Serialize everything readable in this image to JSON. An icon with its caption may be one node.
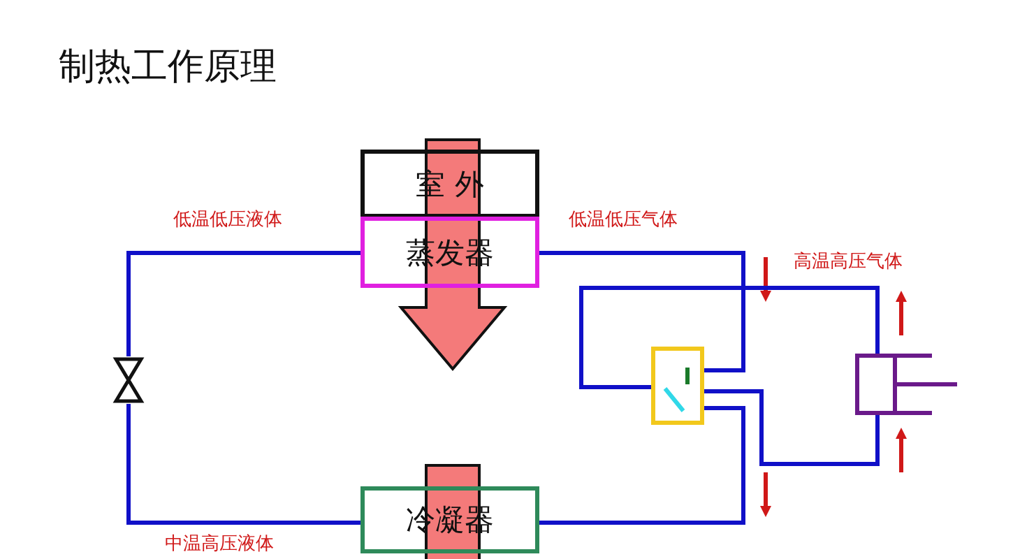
{
  "diagram": {
    "title": "制热工作原理",
    "nodes": [
      {
        "text": [
          "室 外"
        ]
      },
      {
        "text": [
          "蒸发器"
        ]
      },
      {
        "text": [
          "冷凝器"
        ]
      },
      {
        "text": [],
        "shape": "valve"
      },
      {
        "text": [],
        "shape": "box"
      },
      {
        "text": [],
        "shape": "cylinder"
      }
    ],
    "edges": [
      {
        "from": 3,
        "to": 1,
        "arrow": "none",
        "label": "低温低压液体"
      },
      {
        "from": 1,
        "to": 4,
        "arrow": "none",
        "label": "低温低压气体"
      },
      {
        "from": 5,
        "to": 4,
        "arrow": "none",
        "label": "高温高压气体"
      },
      {
        "from": 4,
        "to": 5,
        "arrow": "none"
      },
      {
        "from": 4,
        "to": 2,
        "arrow": "none"
      },
      {
        "from": 2,
        "to": 3,
        "arrow": "none",
        "label": "中温高压液体"
      }
    ]
  }
}
